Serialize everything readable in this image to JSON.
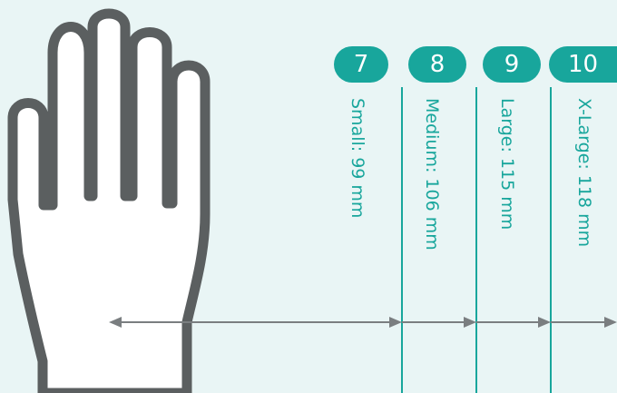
{
  "sizes": [
    {
      "number": "7",
      "label": "Small: 99 mm"
    },
    {
      "number": "8",
      "label": "Medium: 106 mm"
    },
    {
      "number": "9",
      "label": "Large: 115 mm"
    },
    {
      "number": "10",
      "label": "X-Large: 118 mm"
    }
  ],
  "colors": {
    "background": "#e9f5f5",
    "accent": "#18a69c",
    "outline": "#5b5f60",
    "arrow": "#7a7e80"
  },
  "icons": {
    "hand": "hand-outline-icon",
    "arrow": "double-arrow-icon"
  }
}
